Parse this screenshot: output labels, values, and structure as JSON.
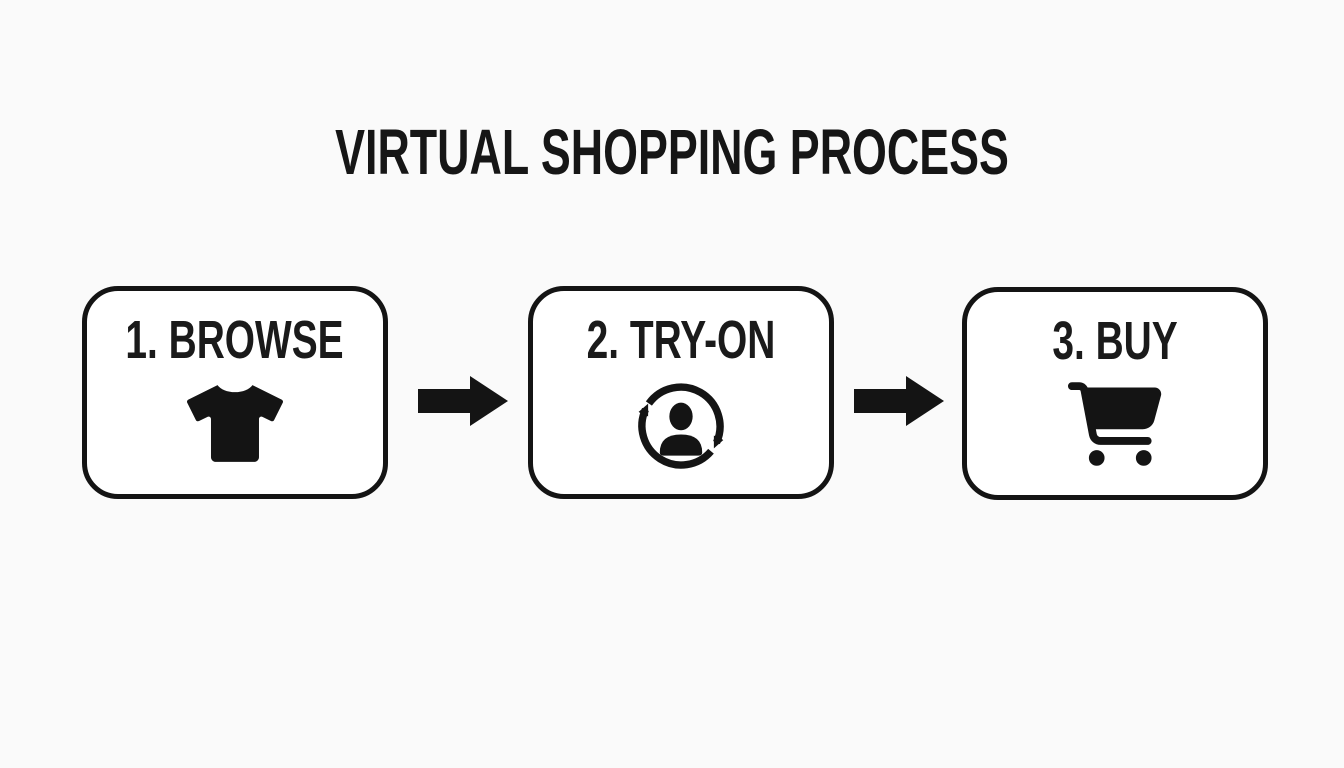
{
  "title": "VIRTUAL SHOPPING PROCESS",
  "steps": [
    {
      "label": "1. BROWSE",
      "icon": "tshirt-icon"
    },
    {
      "label": "2. TRY-ON",
      "icon": "virtual-tryon-icon"
    },
    {
      "label": "3. BUY",
      "icon": "shopping-cart-icon"
    }
  ],
  "connectors": [
    {
      "icon": "arrow-right-icon"
    },
    {
      "icon": "arrow-right-icon"
    }
  ],
  "colors": {
    "ink": "#141414",
    "background": "#fafafa",
    "box_fill": "#ffffff"
  }
}
